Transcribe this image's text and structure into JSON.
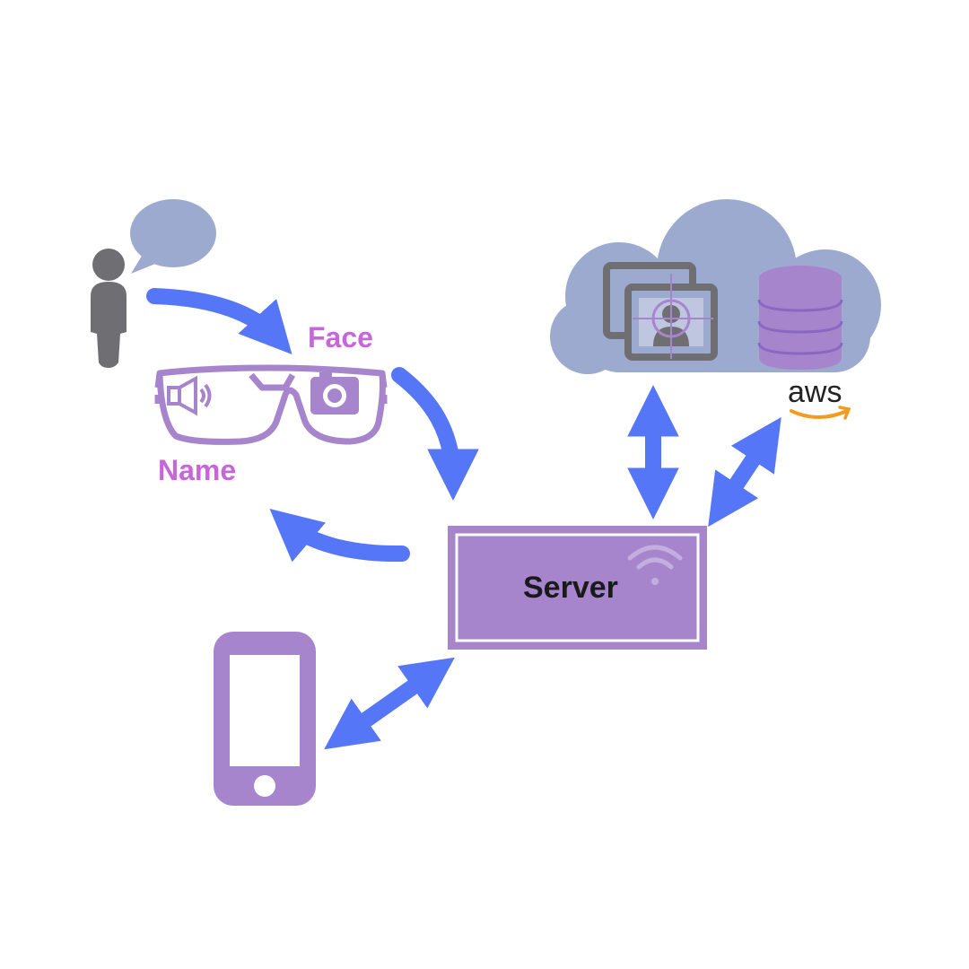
{
  "labels": {
    "face": "Face",
    "name": "Name",
    "server": "Server",
    "aws": "aws"
  },
  "colors": {
    "arrow": "#5577f7",
    "purple": "#a685cc",
    "label_pink": "#c766db",
    "cloud": "#9daacf",
    "gray": "#6f6f73",
    "server_text": "#1a1a1a",
    "aws_orange": "#f39a1f"
  },
  "icons": [
    "person-icon",
    "speech-bubble-icon",
    "smart-glasses-icon",
    "speaker-icon",
    "camera-icon",
    "cloud-icon",
    "face-recognition-icon",
    "database-icon",
    "aws-logo",
    "wifi-icon",
    "smartphone-icon"
  ]
}
